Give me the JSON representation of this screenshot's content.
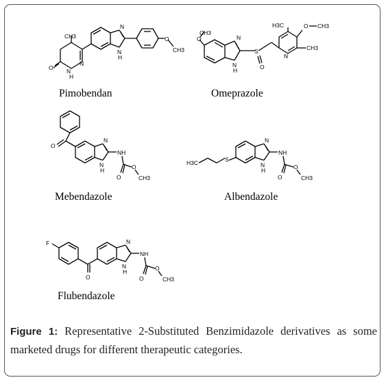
{
  "figure": {
    "label": "Figure 1:",
    "caption": " Representative 2-Substituted Benzimidazole derivatives as some marketed drugs for different therapeutic categories."
  },
  "compounds": [
    {
      "name": "Pimobendan"
    },
    {
      "name": "Omeprazole"
    },
    {
      "name": "Mebendazole"
    },
    {
      "name": "Albendazole"
    },
    {
      "name": "Flubendazole"
    }
  ],
  "atom_labels": {
    "n": "N",
    "nh": "NH",
    "h": "H",
    "o": "O",
    "s": "S",
    "f": "F",
    "ch3": "CH3",
    "h3c": "H3C"
  }
}
